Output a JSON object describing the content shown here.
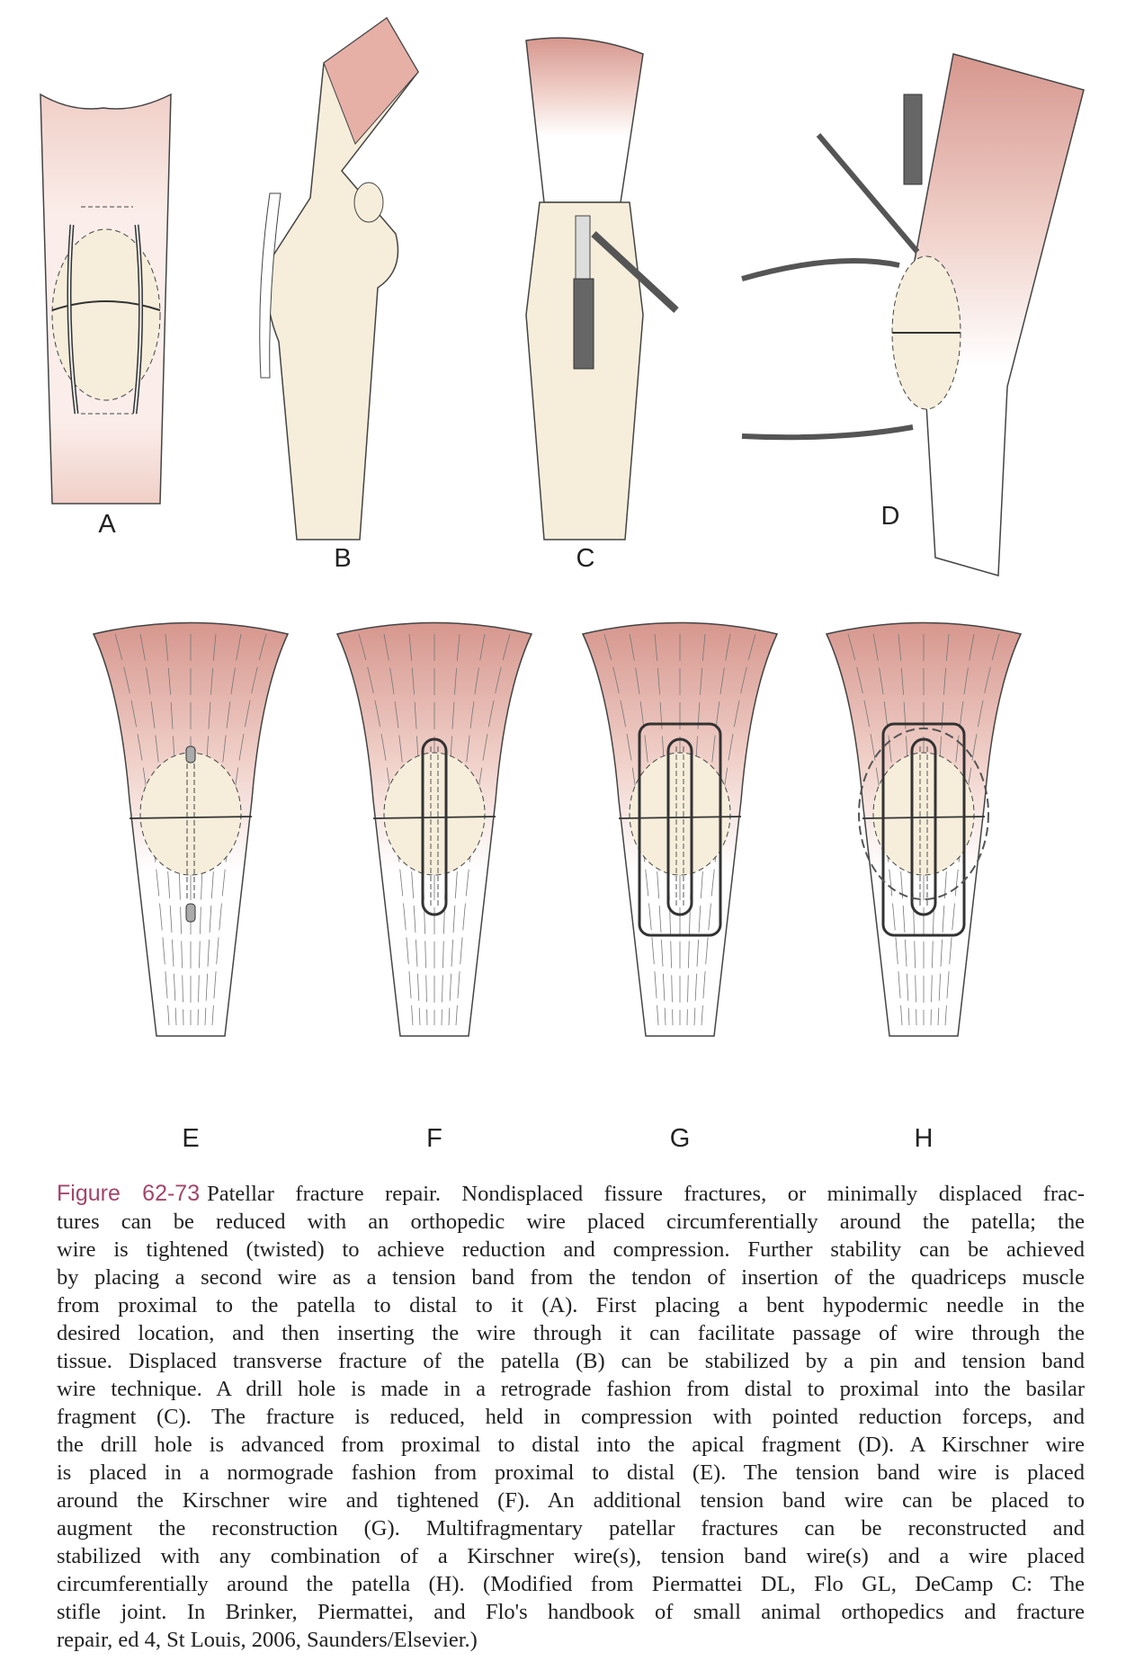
{
  "figure": {
    "panel_labels": [
      "A",
      "B",
      "C",
      "D",
      "E",
      "F",
      "G",
      "H"
    ],
    "colors": {
      "muscle": "#d6978e",
      "bone": "#f6eedb",
      "ink": "#333333",
      "accent": "#a3456a"
    }
  },
  "caption": {
    "label": "Figure 62-73",
    "lines": [
      "Patellar fracture repair. Nondisplaced fissure fractures, or minimally displaced frac-",
      "tures can be reduced with an orthopedic wire placed circumferentially around the patella; the",
      "wire is tightened (twisted) to achieve reduction and compression. Further stability can be achieved",
      "by placing a second wire as a tension band from the tendon of insertion of the quadriceps muscle",
      "from proximal to the patella to distal to it (A). First placing a bent hypodermic needle in the",
      "desired location, and then inserting the wire through it can facilitate passage of wire through the",
      "tissue. Displaced transverse fracture of the patella (B) can be stabilized by a pin and tension band",
      "wire technique. A drill hole is made in a retrograde fashion from distal to proximal into the basilar",
      "fragment (C). The fracture is reduced, held in compression with pointed reduction forceps, and",
      "the drill hole is advanced from proximal to distal into the apical fragment (D). A Kirschner wire",
      "is placed in a normograde fashion from proximal to distal (E). The tension band wire is placed",
      "around the Kirschner wire and tightened (F). An additional tension band wire can be placed to",
      "augment the reconstruction (G). Multifragmentary patellar fractures can be reconstructed and",
      "stabilized with any combination of a Kirschner wire(s), tension band wire(s) and a wire placed",
      "circumferentially around the patella (H). (Modified from Piermattei DL, Flo GL, DeCamp C: The",
      "stifle joint. In Brinker, Piermattei, and Flo's handbook of small animal orthopedics and fracture",
      "repair, ed 4, St Louis, 2006, Saunders/Elsevier.)"
    ]
  }
}
